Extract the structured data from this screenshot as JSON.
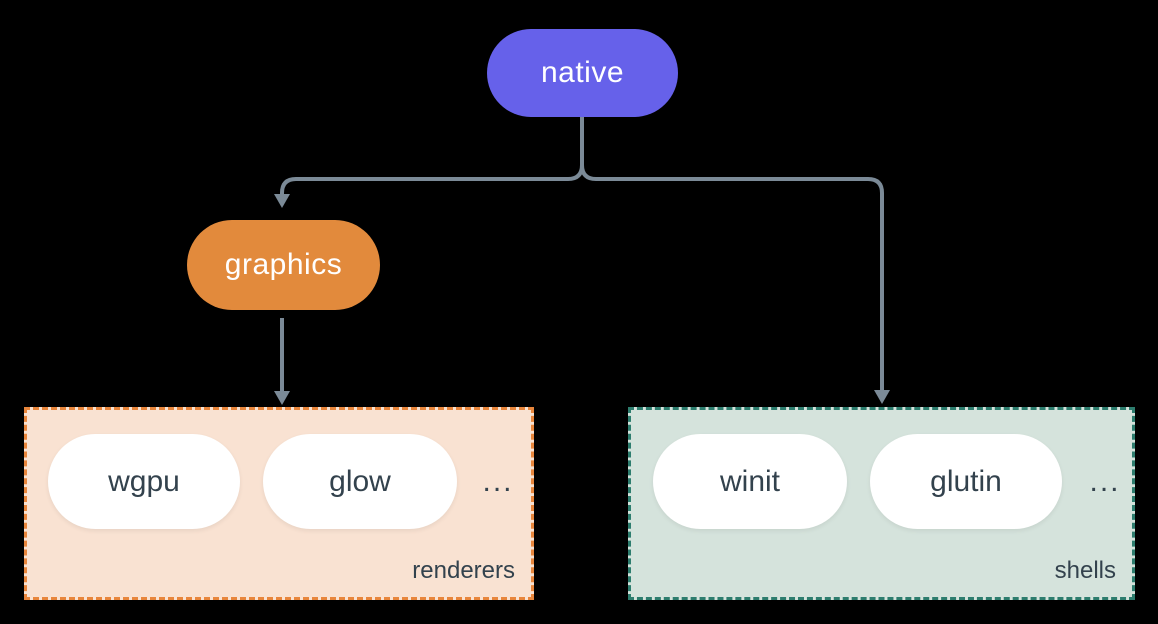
{
  "diagram": {
    "nodes": {
      "native": {
        "label": "native"
      },
      "graphics": {
        "label": "graphics"
      }
    },
    "groups": [
      {
        "id": "renderers",
        "label": "renderers",
        "items": [
          "wgpu",
          "glow",
          "..."
        ]
      },
      {
        "id": "shells",
        "label": "shells",
        "items": [
          "winit",
          "glutin",
          "..."
        ]
      }
    ],
    "connectors": [
      "native -> graphics",
      "native -> shells",
      "graphics -> renderers"
    ]
  },
  "colors": {
    "background": "#000000",
    "accent_purple": "#6661ea",
    "accent_orange": "#e28a3c",
    "peach_bg": "#f9e2d2",
    "peach_border": "#e8863c",
    "teal_bg": "#d5e3dc",
    "teal_border": "#2d7d6e",
    "connector": "#7b8a97",
    "dark_text": "#33424d",
    "pill_white": "#ffffff"
  }
}
